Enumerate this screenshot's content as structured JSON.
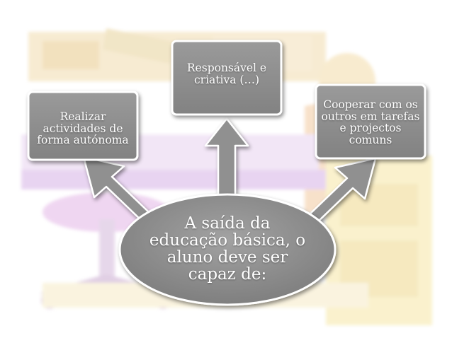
{
  "diagram": {
    "center": {
      "text": "A saída da\neducação básica, o\naluno deve ser\ncapaz de:"
    },
    "goals": [
      {
        "text": "Realizar\nactividades de\nforma autónoma"
      },
      {
        "text": "Responsável e\ncriativa (…)"
      },
      {
        "text": "Cooperar com os\noutros em tarefas\ne projectos\ncomuns"
      }
    ]
  },
  "colors": {
    "box_fill": "#8e8e8e",
    "box_border": "#ffffff",
    "arrow_fill": "#909090",
    "text": "#ffffff",
    "background_tint": "#f2d7a8"
  }
}
